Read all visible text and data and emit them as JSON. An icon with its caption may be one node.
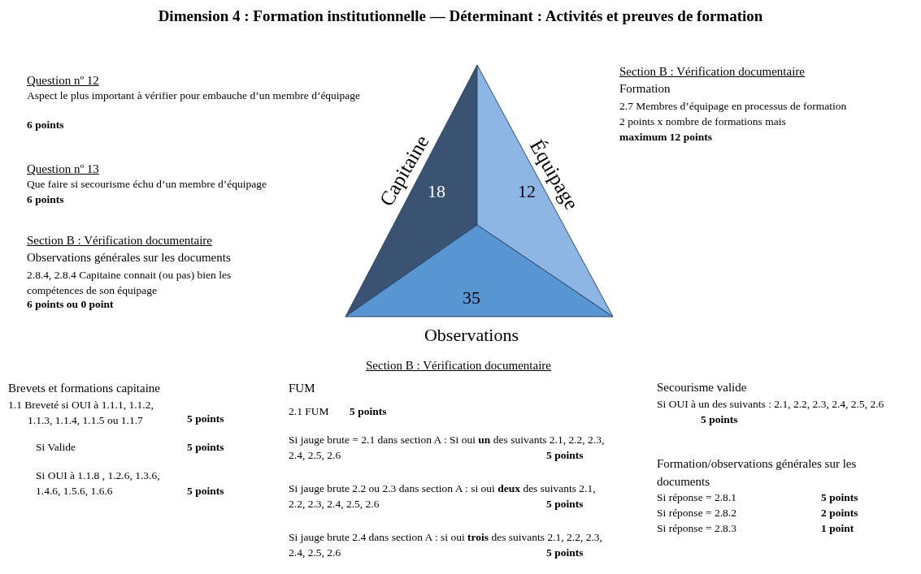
{
  "diagram": {
    "title": "Dimension 4 : Formation institutionnelle — Déterminant : Activités et preuves de formation",
    "nodes": [
      {
        "text": [
          "18"
        ],
        "beside": [
          "Capitaine"
        ]
      },
      {
        "text": [
          "12"
        ],
        "beside": [
          "Équipage"
        ]
      },
      {
        "text": [
          "35"
        ],
        "beside": [
          "Observations"
        ]
      }
    ],
    "labels": [
      "Question nº 12",
      "Aspect le plus important à vérifier pour embauche d’un membre d’équipage",
      "6 points",
      "Question nº 13",
      "Que faire si secourisme échu d’un membre d’équipage",
      "6 points",
      "Section B : Vérification documentaire",
      "Observations générales sur les documents",
      "2.8.4, 2.8.4 Capitaine connait (ou pas) bien les compétences de son équipage",
      "6 points ou 0 point",
      "Section B : Vérification documentaire",
      "Formation",
      "2.7 Membres d’équipage en processus de formation",
      "2 points x nombre de formations mais",
      "maximum 12 points",
      "Section B : Vérification documentaire",
      "Brevets et formations capitaine",
      "1.1 Breveté si OUI à 1.1.1, 1.1.2, 1.1.3, 1.1.4, 1.1.5 ou 1.1.7",
      "5 points",
      "Si Valide",
      "5 points",
      "Si OUI à 1.1.8 , 1.2.6, 1.3.6, 1.4.6, 1.5.6, 1.6.6",
      "5 points",
      "FUM",
      "2.1 FUM",
      "5 points",
      "Si jauge brute = 2.1 dans section A : Si oui **un** des suivants 2.1, 2.2, 2.3, 2.4, 2.5, 2.6",
      "5 points",
      "Si jauge brute 2.2 ou 2.3 dans section A : si oui **deux** des suivants 2.1, 2.2, 2.3, 2.4, 2.5, 2.6",
      "5 points",
      "Si jauge brute 2.4 dans section A : si oui **trois** des suivants 2.1, 2.2, 2.3, 2.4, 2.5, 2.6",
      "5 points",
      "Secourisme valide",
      "Si OUI à un des suivants : 2.1, 2.2, 2.3, 2.4, 2.5, 2.6",
      "5 points",
      "Formation/observations générales sur les documents",
      "Si réponse = 2.8.1",
      "5 points",
      "Si réponse = 2.8.2",
      "2 points",
      "Si réponse = 2.8.3",
      "1 point"
    ]
  }
}
